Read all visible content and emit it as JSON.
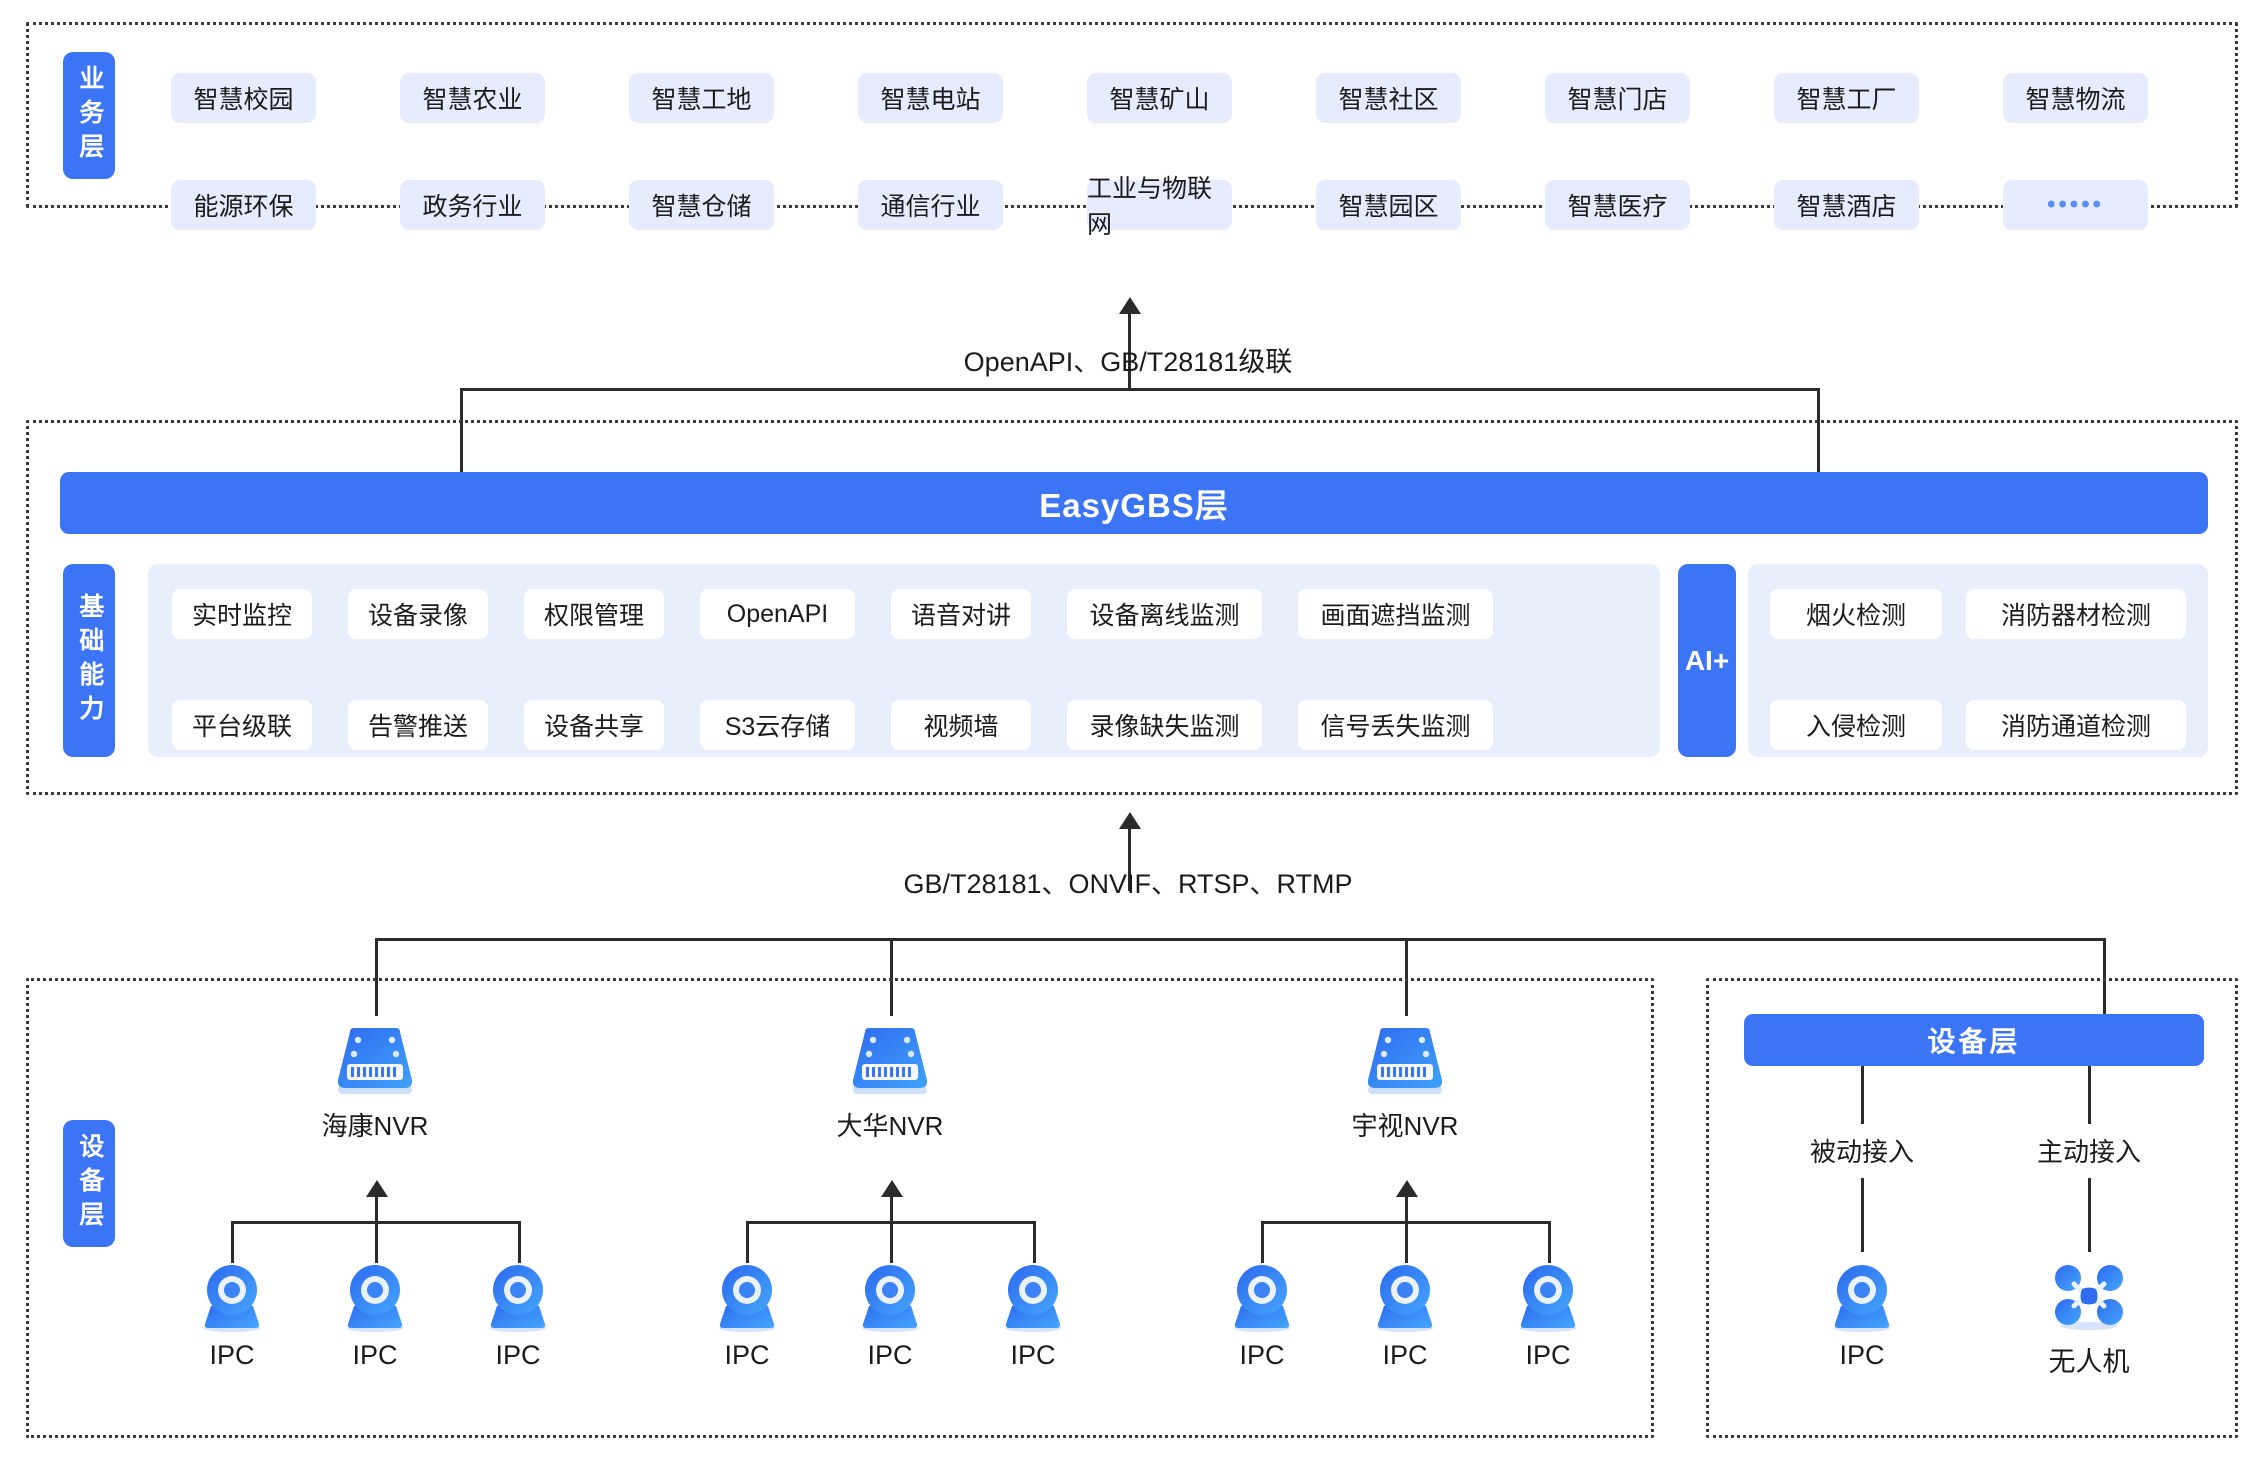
{
  "business_layer": {
    "tab_label": "业务层",
    "row1": [
      "智慧校园",
      "智慧农业",
      "智慧工地",
      "智慧电站",
      "智慧矿山",
      "智慧社区",
      "智慧门店",
      "智慧工厂",
      "智慧物流"
    ],
    "row2": [
      "能源环保",
      "政务行业",
      "智慧仓储",
      "通信行业",
      "工业与物联网",
      "智慧园区",
      "智慧医疗",
      "智慧酒店",
      "•••••"
    ]
  },
  "connector_top": {
    "label": "OpenAPI、GB/T28181级联"
  },
  "platform_layer": {
    "title": "EasyGBS层",
    "tab_label": "基础能力",
    "row1": [
      "实时监控",
      "设备录像",
      "权限管理",
      "OpenAPI",
      "语音对讲",
      "设备离线监测",
      "画面遮挡监测"
    ],
    "row2": [
      "平台级联",
      "告警推送",
      "设备共享",
      "S3云存储",
      "视频墙",
      "录像缺失监测",
      "信号丢失监测"
    ],
    "ai": {
      "tab_label": "AI+",
      "row1": [
        "烟火检测",
        "消防器材检测"
      ],
      "row2": [
        "入侵检测",
        "消防通道检测"
      ]
    }
  },
  "connector_bottom": {
    "label": "GB/T28181、ONVIF、RTSP、RTMP"
  },
  "device_layer_left": {
    "tab_label": "设备层",
    "nvrs": [
      {
        "name": "海康NVR",
        "children": [
          "IPC",
          "IPC",
          "IPC"
        ]
      },
      {
        "name": "大华NVR",
        "children": [
          "IPC",
          "IPC",
          "IPC"
        ]
      },
      {
        "name": "宇视NVR",
        "children": [
          "IPC",
          "IPC",
          "IPC"
        ]
      }
    ]
  },
  "device_layer_right": {
    "title": "设备层",
    "access": [
      {
        "label": "被动接入",
        "device": "IPC",
        "icon": "camera-icon"
      },
      {
        "label": "主动接入",
        "device": "无人机",
        "icon": "drone-icon"
      }
    ]
  },
  "colors": {
    "brand_blue": "#3B74F5",
    "chip_blue": "#E6ECFD",
    "panel_blue": "#E9EEFC",
    "line_dark": "#2b2b2b"
  }
}
